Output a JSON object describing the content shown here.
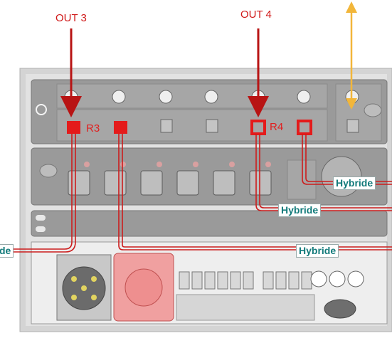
{
  "labels": {
    "out3": "OUT 3",
    "out4": "OUT 4",
    "r3": "R3",
    "r4": "R4",
    "hybride_left": "de",
    "hybride_1": "Hybride",
    "hybride_2": "Hybride",
    "hybride_3": "Hybride"
  },
  "colors": {
    "arrow_red": "#b81414",
    "marker_red": "#e41b1b",
    "cable_red": "#cc1d1d",
    "arrow_yellow": "#f2b63a",
    "hybride_text": "#117a7a"
  }
}
